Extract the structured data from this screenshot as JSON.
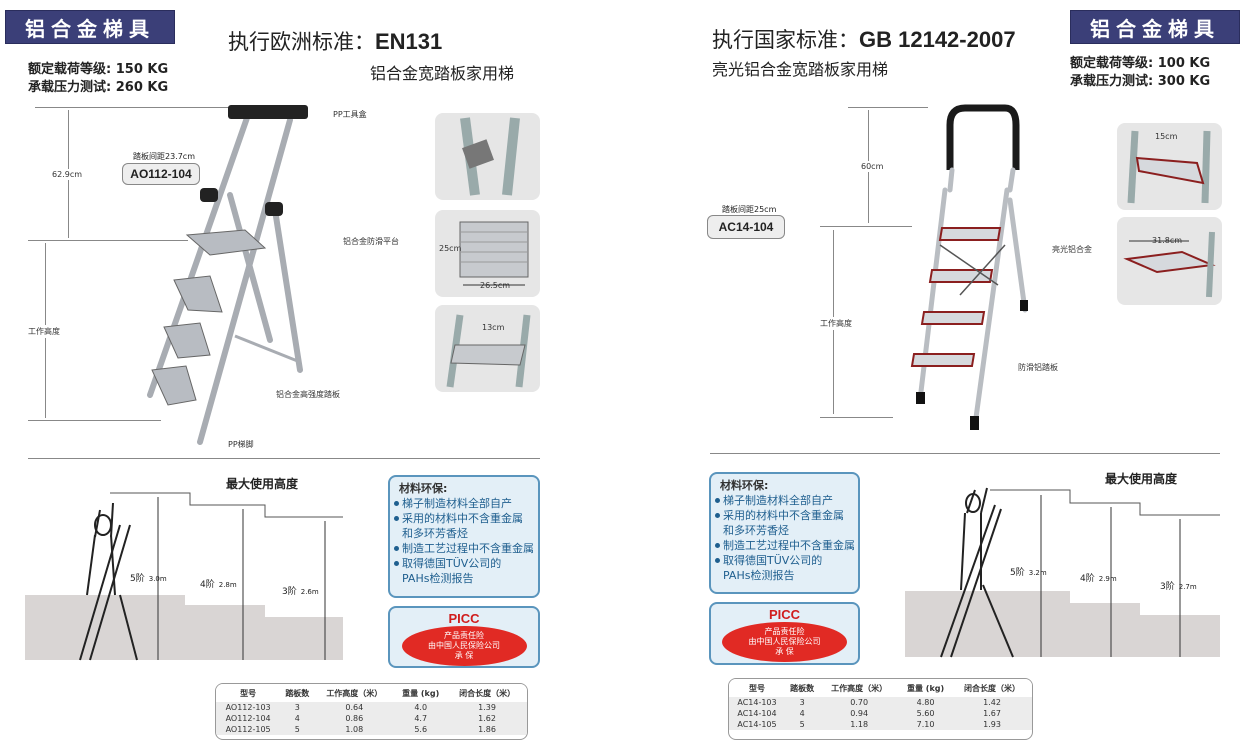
{
  "left": {
    "badge": "铝合金梯具",
    "standard_prefix": "执行欧洲标准：",
    "standard_code": "EN131",
    "subtitle": "铝合金宽踏板家用梯",
    "specs": [
      "额定载荷等级:  150 KG",
      "承载压力测试:  260 KG"
    ],
    "dim_top": "62.9cm",
    "dim_work": "工作高度",
    "callout_note": "踏板间距23.7cm",
    "model": "AO112-104",
    "labels": {
      "toolbox": "PP工具盒",
      "platform": "铝合金防滑平台",
      "tread": "铝合金高强度踏板",
      "foot": "PP梯脚"
    },
    "details": [
      "25cm",
      "26.5cm",
      "13cm"
    ],
    "max_height_title": "最大使用高度",
    "steps": [
      {
        "n": "5阶",
        "h": "3.0m"
      },
      {
        "n": "4阶",
        "h": "2.8m"
      },
      {
        "n": "3阶",
        "h": "2.6m"
      }
    ],
    "table": {
      "headers": [
        "型号",
        "踏板数",
        "工作高度（米）",
        "重量 (kg)",
        "闭合长度（米）"
      ],
      "rows": [
        [
          "AO112-103",
          "3",
          "0.64",
          "4.0",
          "1.39"
        ],
        [
          "AO112-104",
          "4",
          "0.86",
          "4.7",
          "1.62"
        ],
        [
          "AO112-105",
          "5",
          "1.08",
          "5.6",
          "1.86"
        ]
      ]
    }
  },
  "right": {
    "badge": "铝合金梯具",
    "standard_prefix": "执行国家标准：",
    "standard_code": "GB 12142-2007",
    "subtitle": "亮光铝合金宽踏板家用梯",
    "specs": [
      "额定载荷等级:  100 KG",
      "承载压力测试:  300 KG"
    ],
    "dim_top": "60cm",
    "dim_work": "工作高度",
    "callout_note": "踏板间距25cm",
    "model": "AC14-104",
    "labels": {
      "alloy": "亮光铝合金",
      "tread": "防滑铝踏板"
    },
    "details": [
      "15cm",
      "31.8cm"
    ],
    "max_height_title": "最大使用高度",
    "steps": [
      {
        "n": "5阶",
        "h": "3.2m"
      },
      {
        "n": "4阶",
        "h": "2.9m"
      },
      {
        "n": "3阶",
        "h": "2.7m"
      }
    ],
    "table": {
      "headers": [
        "型号",
        "踏板数",
        "工作高度（米）",
        "重量 (kg)",
        "闭合长度（米）"
      ],
      "rows": [
        [
          "AC14-103",
          "3",
          "0.70",
          "4.80",
          "1.42"
        ],
        [
          "AC14-104",
          "4",
          "0.94",
          "5.60",
          "1.67"
        ],
        [
          "AC14-105",
          "5",
          "1.18",
          "7.10",
          "1.93"
        ]
      ]
    }
  },
  "eco": {
    "title": "材料环保:",
    "items": [
      "梯子制造材料全部自产",
      "采用的材料中不含重金属",
      "和多环芳香烃",
      "制造工艺过程中不含重金属",
      "取得德国TÜV公司的",
      "PAHs检测报告"
    ]
  },
  "picc": {
    "brand": "PICC",
    "lines": [
      "产品责任险",
      "由中国人民保险公司",
      "承    保"
    ]
  },
  "colors": {
    "badge": "#3b3f78",
    "info_border": "#5a95bd",
    "picc_red": "#e12a24",
    "accent_red": "#b22222"
  }
}
